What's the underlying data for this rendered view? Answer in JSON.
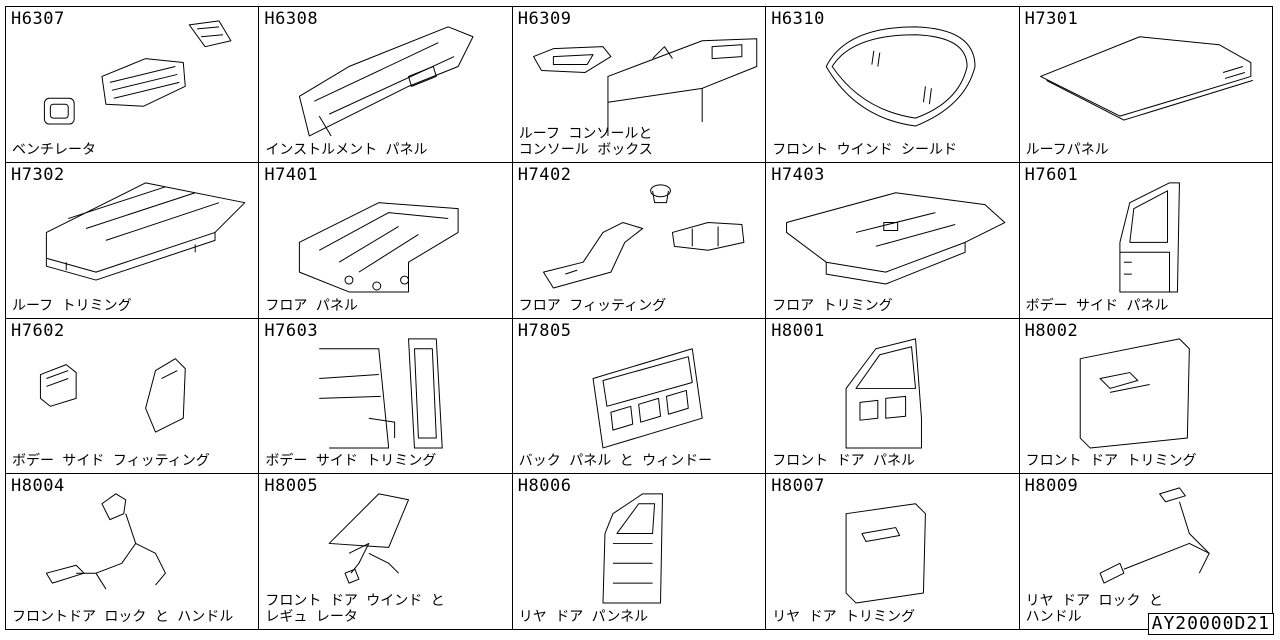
{
  "diagram_id": "AY20000D21",
  "parts": [
    {
      "code": "H6307",
      "label": "ベンチレータ",
      "icon": "vent-louver-icon"
    },
    {
      "code": "H6308",
      "label": "インストルメント パネル",
      "icon": "instrument-panel-icon"
    },
    {
      "code": "H6309",
      "label": "ルーフ コンソールと\n コンソール ボックス",
      "icon": "console-box-icon"
    },
    {
      "code": "H6310",
      "label": "フロント ウインド シールド",
      "icon": "windshield-icon"
    },
    {
      "code": "H7301",
      "label": "ルーフパネル",
      "icon": "roof-panel-icon"
    },
    {
      "code": "H7302",
      "label": "ルーフ トリミング",
      "icon": "roof-trim-icon"
    },
    {
      "code": "H7401",
      "label": "フロア パネル",
      "icon": "floor-panel-icon"
    },
    {
      "code": "H7402",
      "label": "フロア フィッティング",
      "icon": "floor-fitting-icon"
    },
    {
      "code": "H7403",
      "label": "フロア トリミング",
      "icon": "floor-trim-icon"
    },
    {
      "code": "H7601",
      "label": "ボデー サイド パネル",
      "icon": "body-side-panel-icon"
    },
    {
      "code": "H7602",
      "label": "ボデー サイド フィッティング",
      "icon": "mud-flap-icon"
    },
    {
      "code": "H7603",
      "label": "ボデー サイド トリミング",
      "icon": "cab-trim-icon"
    },
    {
      "code": "H7805",
      "label": "バック パネル と ウィンドー",
      "icon": "back-panel-icon"
    },
    {
      "code": "H8001",
      "label": "フロント ドア パネル",
      "icon": "front-door-icon"
    },
    {
      "code": "H8002",
      "label": "フロント ドア トリミング",
      "icon": "door-trim-icon"
    },
    {
      "code": "H8004",
      "label": "フロントドア ロック と ハンドル",
      "icon": "door-lock-icon"
    },
    {
      "code": "H8005",
      "label": "フロント ドア ウインド と\n レギュ レータ",
      "icon": "window-regulator-icon"
    },
    {
      "code": "H8006",
      "label": "リヤ ドア パンネル",
      "icon": "rear-door-icon"
    },
    {
      "code": "H8007",
      "label": "リヤ ドア トリミング",
      "icon": "rear-door-trim-icon"
    },
    {
      "code": "H8009",
      "label": "リヤ ドア ロック と\n ハンドル",
      "icon": "rear-door-lock-icon"
    }
  ]
}
